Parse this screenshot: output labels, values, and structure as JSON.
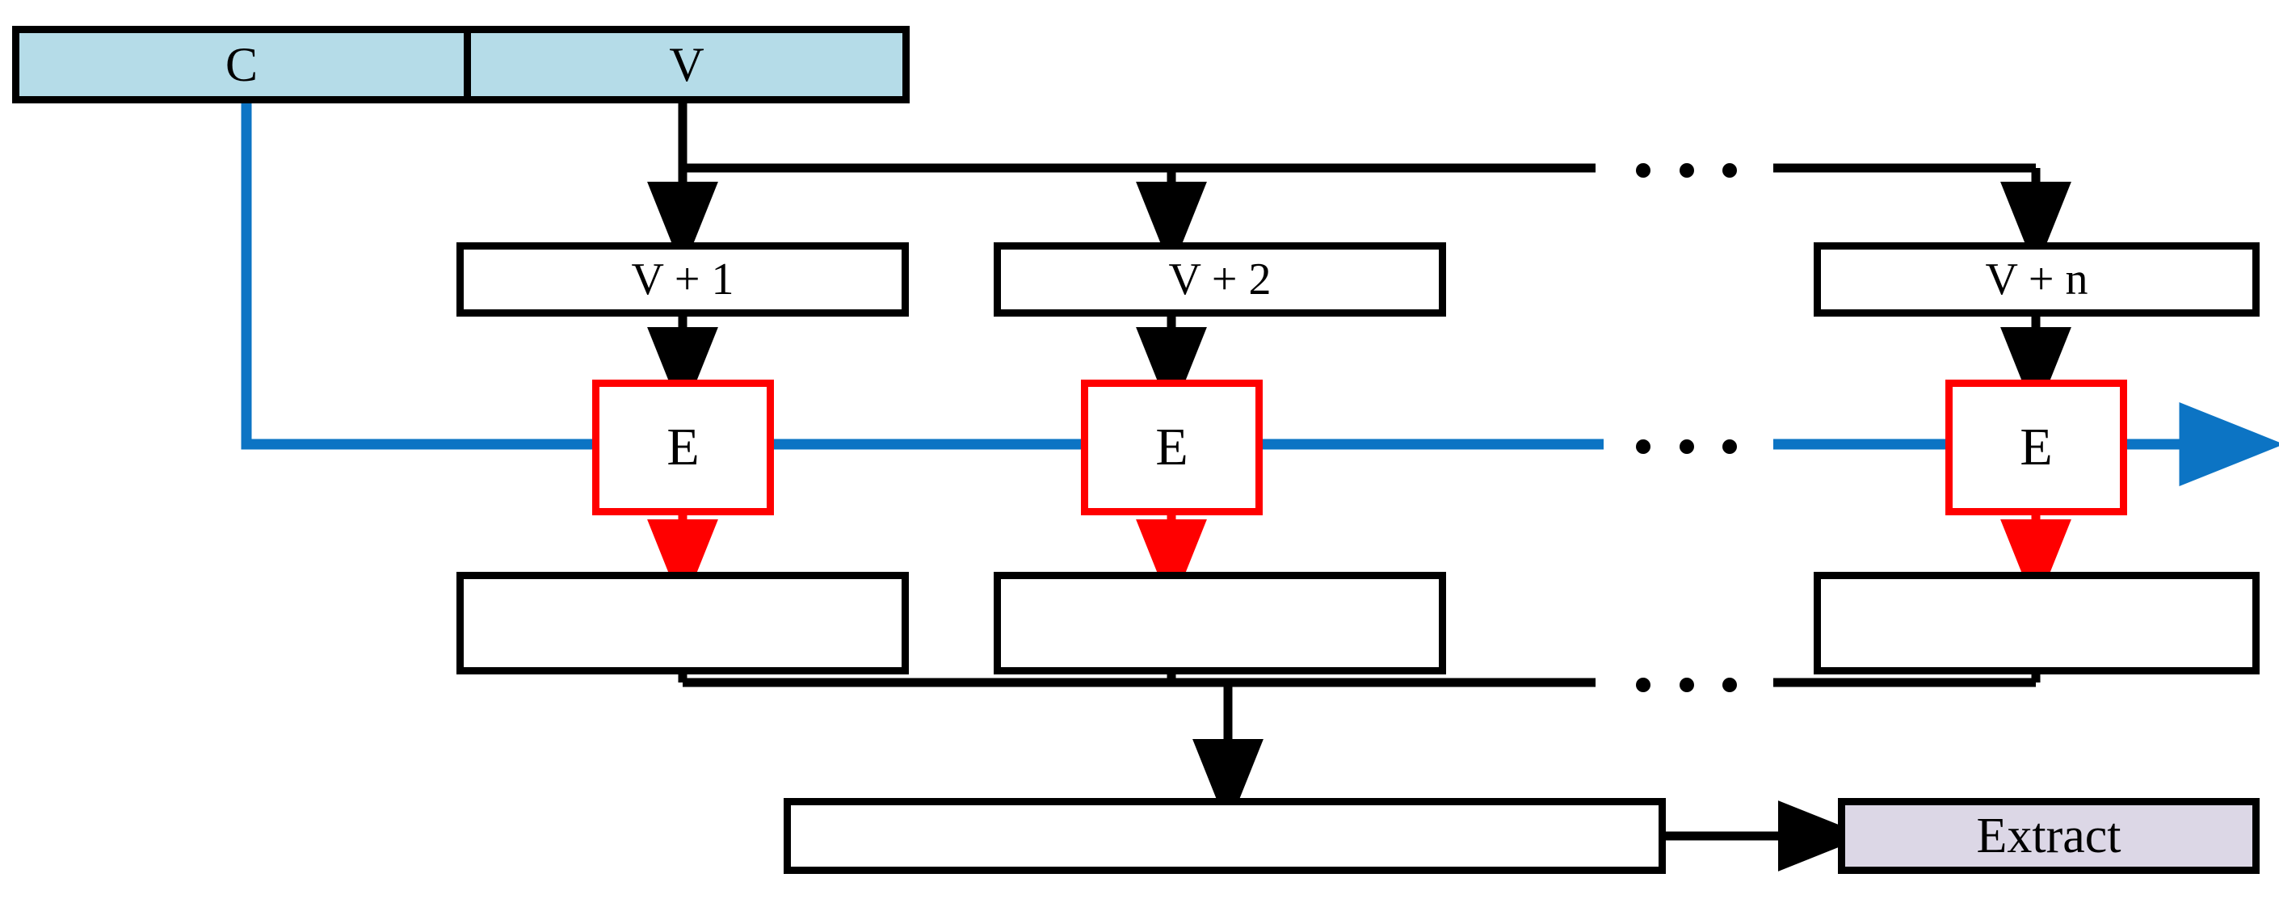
{
  "diagram": {
    "title": "Iterative encoder pipeline with context and versioned inputs",
    "colors": {
      "header_fill": "#b5dce8",
      "encoder_border": "#ff0000",
      "context_line": "#0c74c4",
      "extract_fill": "#dcd7e6",
      "outline": "#000000",
      "canvas": "#ffffff"
    },
    "header": {
      "context_label": "C",
      "value_label": "V"
    },
    "stages": [
      {
        "version_label": "V + 1",
        "encoder_label": "E",
        "output_label": ""
      },
      {
        "version_label": "V + 2",
        "encoder_label": "E",
        "output_label": ""
      },
      {
        "version_label": "V + n",
        "encoder_label": "E",
        "output_label": ""
      }
    ],
    "ellipsis": {
      "glyph": "· · ·",
      "dot_count": 3,
      "rows": [
        "fanout-bus",
        "context-chain",
        "merge-bus"
      ]
    },
    "aggregate": {
      "label": ""
    },
    "extract": {
      "label": "Extract"
    }
  }
}
